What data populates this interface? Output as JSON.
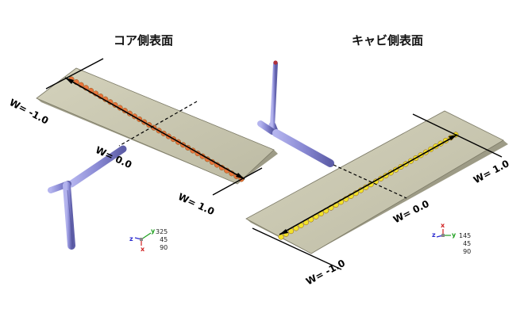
{
  "titles": {
    "core": "コア側表面",
    "cavity": "キャビ側表面"
  },
  "core": {
    "w_neg": "W= -1.0",
    "w_zero": "W= 0.0",
    "w_pos": "W= 1.0",
    "view_angles": [
      "325",
      "45",
      "90"
    ],
    "bead_color": "#e8743b",
    "triad_labels": {
      "z": "z",
      "x": "x",
      "y": "y"
    }
  },
  "cavity": {
    "w_neg": "W= -1.0",
    "w_zero": "W= 0.0",
    "w_pos": "W= 1.0",
    "view_angles": [
      "145",
      "45",
      "90"
    ],
    "bead_color": "#f2e22a",
    "triad_labels": {
      "z": "z",
      "x": "x",
      "y": "y"
    }
  },
  "colors": {
    "plate": "#c8c6b0",
    "runner": "#8f8fd6"
  }
}
